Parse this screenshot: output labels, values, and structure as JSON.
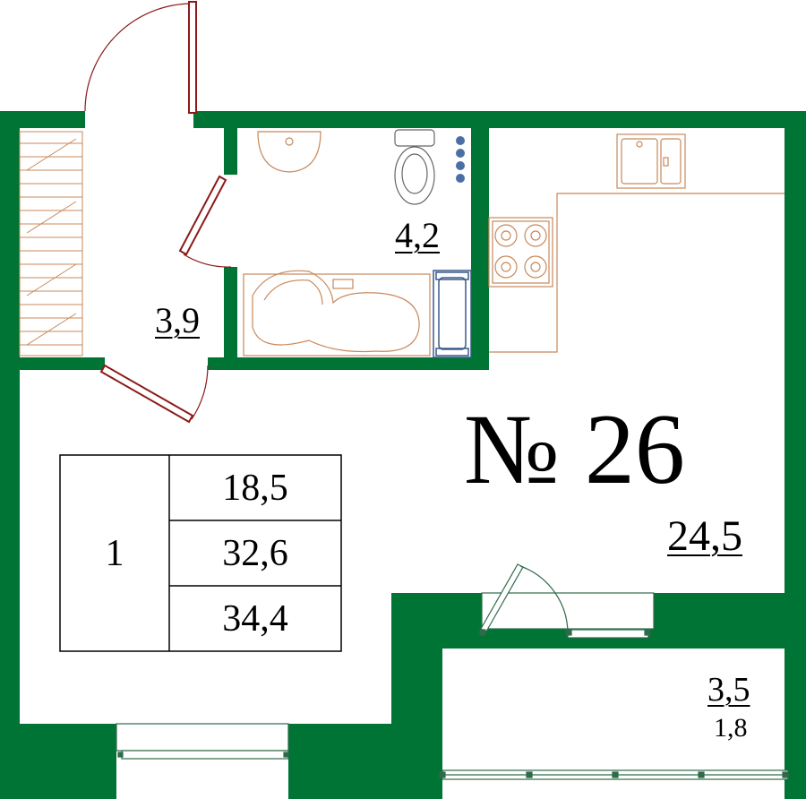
{
  "plan": {
    "apartment_number": "№ 26",
    "rooms": [
      {
        "id": "hall",
        "area": "3,9"
      },
      {
        "id": "bathroom",
        "area": "4,2"
      },
      {
        "id": "living",
        "area": "24,5"
      },
      {
        "id": "balcony",
        "area": "3,5",
        "sub_area": "1,8"
      }
    ],
    "summary": {
      "room_count": "1",
      "areas": [
        "18,5",
        "32,6",
        "34,4"
      ]
    }
  },
  "colors": {
    "wall": "#007434",
    "door": "#8b1a1a",
    "furniture": "#c8885a",
    "window": "#2f6b4a",
    "fixture": "#3a5a8a",
    "text": "#000000"
  }
}
